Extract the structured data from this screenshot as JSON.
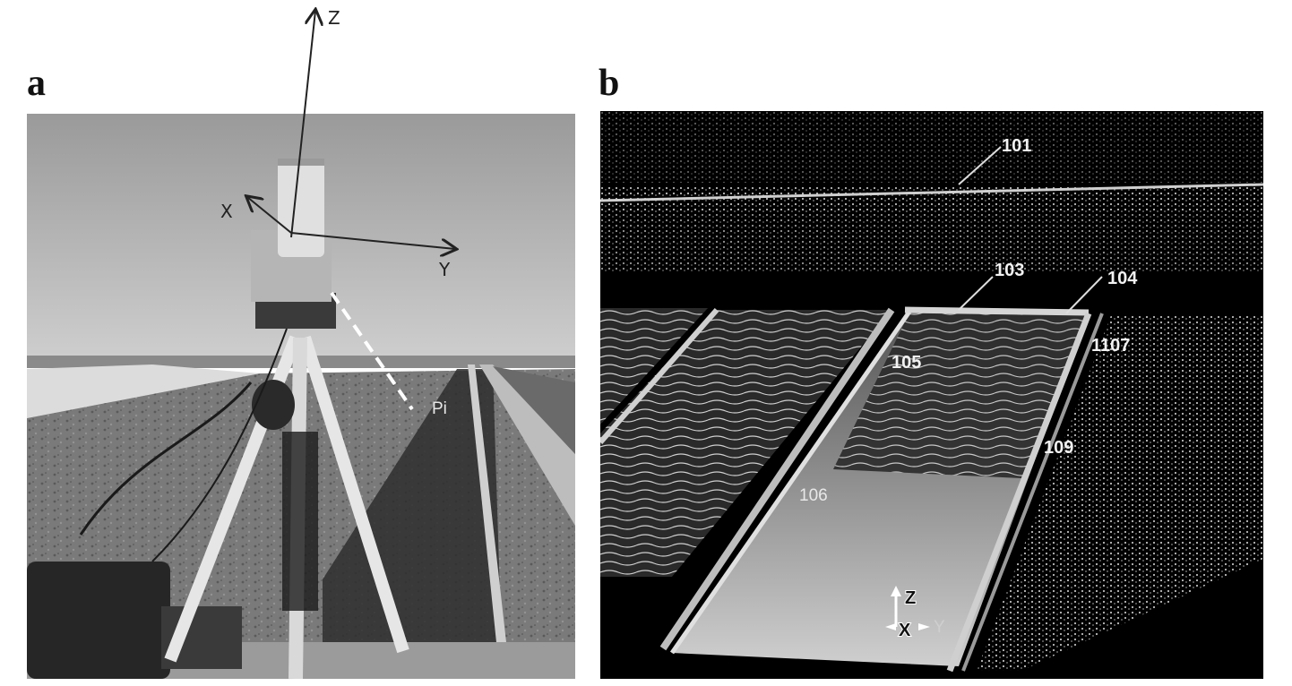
{
  "panel_a": {
    "letter": "a",
    "axes": {
      "z": "Z",
      "x": "X",
      "y": "Y"
    },
    "point_label": "Pi"
  },
  "panel_b": {
    "letter": "b",
    "labels": {
      "l101": "101",
      "l103": "103",
      "l104": "104",
      "l105": "105",
      "l106": "106",
      "l107": "1107",
      "l109": "109"
    },
    "axes": {
      "z": "Z",
      "x": "X",
      "y": "Y"
    }
  }
}
